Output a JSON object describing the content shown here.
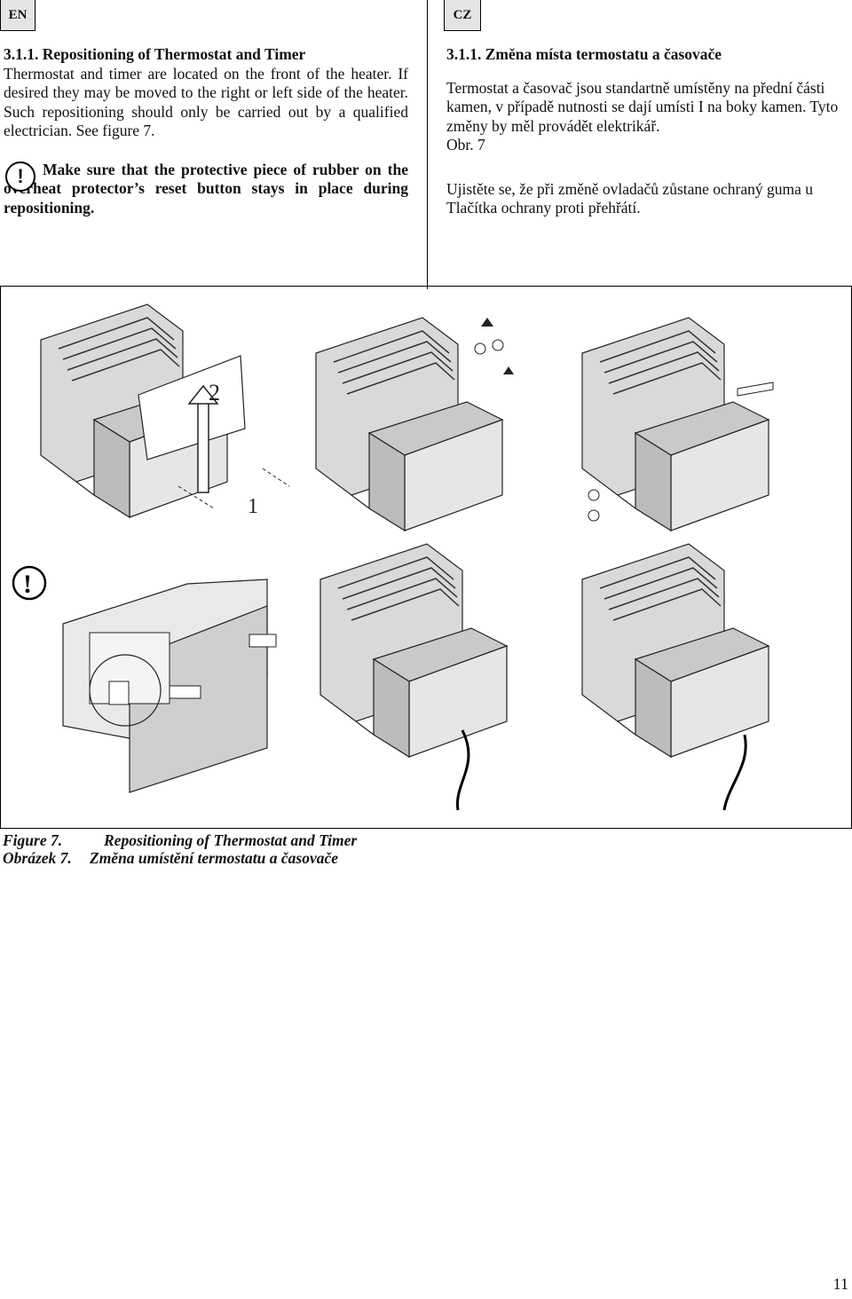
{
  "tags": {
    "en": "EN",
    "cz": "CZ"
  },
  "en": {
    "heading": "3.1.1. Repositioning of Thermostat and Timer",
    "body": "Thermostat and timer are located on the front of the heater. If desired they may be moved to the right or left side of the heater. Such repositioning should only be carried out by a qualified electrician. See figure 7.",
    "warning": "Make sure that the protective piece of rubber on the overheat protector’s reset button stays in place during repositioning."
  },
  "cz": {
    "heading": "3.1.1. Změna místa termostatu a časovače",
    "body": "Termostat a časovač jsou standartně umístěny na přední části kamen, v případě nutnosti se dají umísti I na boky kamen. Tyto změny by měl provádět elektrikář.",
    "figure_ref": "Obr. 7",
    "warning": "Ujistěte se, že při změně ovladačů zůstane ochraný guma u Tlačítka ochrany proti přehřátí."
  },
  "figure": {
    "label_step2": "2",
    "label_step1": "1",
    "warning_symbol": "!"
  },
  "caption": {
    "en_label": "Figure 7.",
    "en_text": "Repositioning of Thermostat and Timer",
    "cz_label": "Obrázek 7.",
    "cz_text": "Změna umístění termostatu a časovače"
  },
  "page_number": "11",
  "icons": {
    "warning": "exclamation-circle-icon"
  }
}
